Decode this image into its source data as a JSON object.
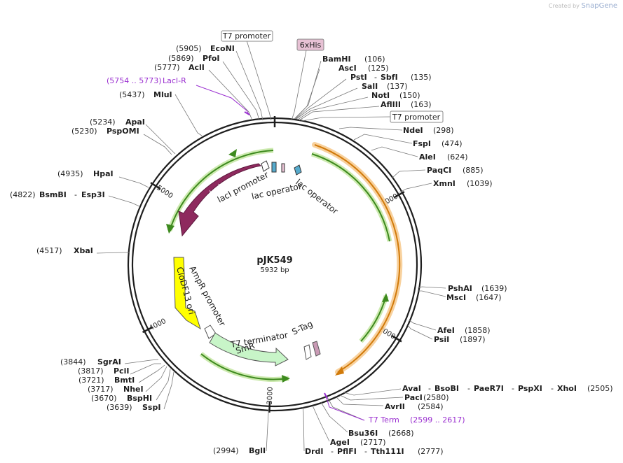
{
  "watermark": {
    "prefix": "Created by",
    "brand": "SnapGene"
  },
  "plasmid": {
    "name": "pJK549",
    "size_label": "5932 bp",
    "length": 5932
  },
  "colors": {
    "backbone": "#1e1e1e",
    "lacI_feature": "#8e2a5e",
    "AmpR_promoter": "#ffff00",
    "CloDF13_ori": "#ffff00",
    "SmR": "#c8f5c8",
    "orange_arc": "#e08a10",
    "green_arc": "#3d8a1e",
    "primer": "#9a2fd0",
    "his_tag_box": "#e7c1d4"
  },
  "ticks": [
    {
      "pos": 1000,
      "label": "1000"
    },
    {
      "pos": 2000,
      "label": "2000"
    },
    {
      "pos": 3000,
      "label": "3000"
    },
    {
      "pos": 4000,
      "label": "4000"
    },
    {
      "pos": 5000,
      "label": "5000"
    }
  ],
  "boxed_labels": [
    {
      "id": "t7p-top",
      "text": "T7 promoter",
      "style": "white"
    },
    {
      "id": "his6",
      "text": "6xHis",
      "style": "pink"
    },
    {
      "id": "t7p-right",
      "text": "T7 promoter",
      "style": "white"
    }
  ],
  "left_labels": [
    {
      "id": "econi",
      "pos": "(5905)",
      "name": "EcoNI"
    },
    {
      "id": "pfoi",
      "pos": "(5869)",
      "name": "PfoI"
    },
    {
      "id": "acli",
      "pos": "(5777)",
      "name": "AclI"
    },
    {
      "id": "laci-r",
      "pos": "(5754 .. 5773)",
      "name": "LacI-R",
      "primer": true
    },
    {
      "id": "mlui",
      "pos": "(5437)",
      "name": "MluI"
    },
    {
      "id": "apai",
      "pos": "(5234)",
      "name": "ApaI"
    },
    {
      "id": "psp",
      "pos": "(5230)",
      "name": "PspOMI"
    },
    {
      "id": "hpai",
      "pos": "(4935)",
      "name": "HpaI"
    },
    {
      "id": "bsmbi",
      "pos": "(4822)",
      "name": "BsmBI",
      "alt": "Esp3I"
    },
    {
      "id": "xbai",
      "pos": "(4517)",
      "name": "XbaI"
    },
    {
      "id": "sgrai",
      "pos": "(3844)",
      "name": "SgrAI"
    },
    {
      "id": "pcii",
      "pos": "(3817)",
      "name": "PciI"
    },
    {
      "id": "bmti",
      "pos": "(3721)",
      "name": "BmtI"
    },
    {
      "id": "nhei",
      "pos": "(3717)",
      "name": "NheI"
    },
    {
      "id": "bsphi",
      "pos": "(3670)",
      "name": "BspHI"
    },
    {
      "id": "sspi",
      "pos": "(3639)",
      "name": "SspI"
    },
    {
      "id": "bgli",
      "pos": "(2994)",
      "name": "BglI"
    }
  ],
  "right_labels": [
    {
      "id": "bamhi",
      "name": "BamHI",
      "pos": "(106)"
    },
    {
      "id": "asci",
      "name": "AscI",
      "pos": "(125)"
    },
    {
      "id": "psti",
      "name": "PstI",
      "alt": "SbfI",
      "pos": "(135)"
    },
    {
      "id": "sali",
      "name": "SalI",
      "pos": "(137)"
    },
    {
      "id": "noti",
      "name": "NotI",
      "pos": "(150)"
    },
    {
      "id": "aflii",
      "name": "AflIII",
      "pos": "(163)"
    },
    {
      "id": "ndei",
      "name": "NdeI",
      "pos": "(298)"
    },
    {
      "id": "fspi",
      "name": "FspI",
      "pos": "(474)"
    },
    {
      "id": "alei",
      "name": "AleI",
      "pos": "(624)"
    },
    {
      "id": "paqci",
      "name": "PaqCI",
      "pos": "(885)"
    },
    {
      "id": "xmni",
      "name": "XmnI",
      "pos": "(1039)"
    },
    {
      "id": "pshai",
      "name": "PshAI",
      "pos": "(1639)"
    },
    {
      "id": "msci",
      "name": "MscI",
      "pos": "(1647)"
    },
    {
      "id": "afei",
      "name": "AfeI",
      "pos": "(1858)"
    },
    {
      "id": "psii",
      "name": "PsiI",
      "pos": "(1897)"
    },
    {
      "id": "avai",
      "name": "AvaI",
      "alts": [
        "BsoBI",
        "PaeR7I",
        "PspXI",
        "XhoI"
      ],
      "pos": "(2505)"
    },
    {
      "id": "paci",
      "name": "PacI",
      "pos": "(2580)"
    },
    {
      "id": "avrii",
      "name": "AvrII",
      "pos": "(2584)"
    },
    {
      "id": "t7term",
      "name": "T7 Term",
      "pos": "(2599 .. 2617)",
      "primer": true
    },
    {
      "id": "bsu36i",
      "name": "Bsu36I",
      "pos": "(2668)"
    },
    {
      "id": "agei",
      "name": "AgeI",
      "pos": "(2717)"
    },
    {
      "id": "drdi",
      "name": "DrdI",
      "alts": [
        "PflFI",
        "Tth111I"
      ],
      "pos": "(2777)"
    }
  ],
  "feature_labels": {
    "laci": "lacI",
    "laci_promoter": "lacI promoter",
    "lac_operator_1": "lac operator",
    "lac_operator_2": "lac operator",
    "ampr_promoter": "AmpR promoter",
    "clodf13_ori": "CloDF13 ori",
    "t7_terminator": "T7 terminator",
    "smr": "SmR",
    "s_tag": "S-Tag"
  }
}
